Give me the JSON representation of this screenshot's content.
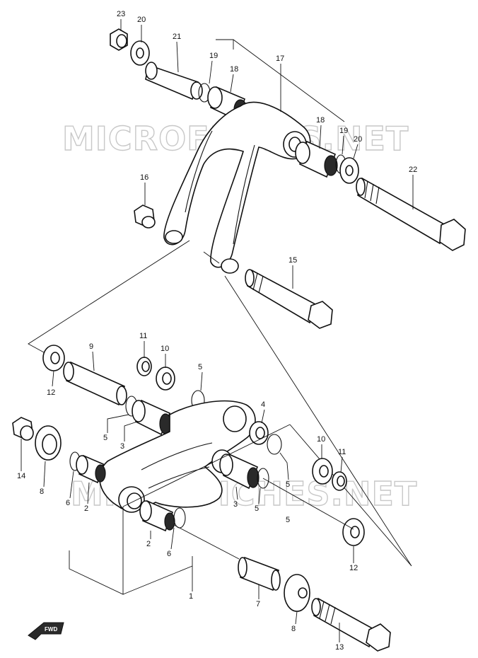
{
  "watermark": "MICROFICHES.NET",
  "fwd_label": "FWD",
  "callouts": {
    "c1": "1",
    "c2a": "2",
    "c2b": "2",
    "c3a": "3",
    "c3b": "3",
    "c4": "4",
    "c5a": "5",
    "c5b": "5",
    "c5c": "5",
    "c5d": "5",
    "c5e": "5",
    "c6a": "6",
    "c6b": "6",
    "c7": "7",
    "c8a": "8",
    "c8b": "8",
    "c9": "9",
    "c10a": "10",
    "c10b": "10",
    "c11a": "11",
    "c11b": "11",
    "c12a": "12",
    "c12b": "12",
    "c13": "13",
    "c14": "14",
    "c15": "15",
    "c16": "16",
    "c17": "17",
    "c18a": "18",
    "c18b": "18",
    "c19a": "19",
    "c19b": "19",
    "c20a": "20",
    "c20b": "20",
    "c21": "21",
    "c22": "22",
    "c23": "23"
  }
}
